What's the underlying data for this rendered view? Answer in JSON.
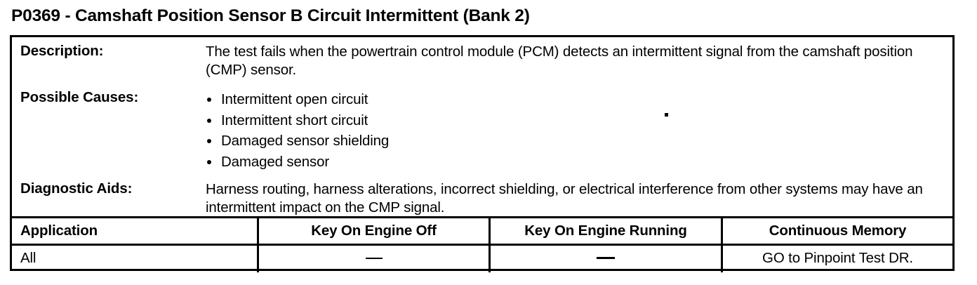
{
  "document": {
    "title": "P0369 - Camshaft Position Sensor B Circuit Intermittent (Bank 2)",
    "dtc_code": "P0369",
    "ink_color": "#000000",
    "paper_color": "#ffffff"
  },
  "info": {
    "description": {
      "label": "Description:",
      "text": "The test fails when the powertrain control module (PCM) detects an intermittent signal from the camshaft position (CMP) sensor."
    },
    "possible_causes": {
      "label": "Possible Causes:",
      "items": [
        "Intermittent open circuit",
        "Intermittent short circuit",
        "Damaged sensor shielding",
        "Damaged sensor"
      ]
    },
    "diagnostic_aids": {
      "label": "Diagnostic Aids:",
      "text": "Harness routing, harness alterations, incorrect shielding, or electrical interference from other systems may have an intermittent impact on the CMP signal."
    }
  },
  "results_table": {
    "headers": [
      "Application",
      "Key On Engine Off",
      "Key On Engine Running",
      "Continuous Memory"
    ],
    "rows": [
      {
        "application": "All",
        "key_on_engine_off": "—",
        "key_on_engine_running": "—",
        "continuous_memory": "GO to Pinpoint Test DR."
      }
    ]
  }
}
